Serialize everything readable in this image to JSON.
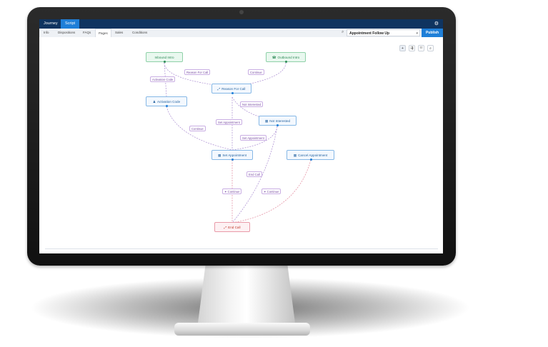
{
  "app": {
    "top_tabs": [
      "Journey",
      "Script"
    ],
    "sub_tabs": [
      "Info",
      "Dispositions",
      "FAQs",
      "Pages",
      "Sales",
      "Conditions"
    ],
    "active_sub_tab": "Pages",
    "script_select": "Appointment Follow Up",
    "publish_label": "Publish"
  },
  "toolbar": {
    "icons": [
      "plus-icon",
      "layout-icon",
      "collapse-icon",
      "search-icon"
    ],
    "plus": "+",
    "layout": "⇶",
    "collapse": "⤧",
    "search": "⌕"
  },
  "nodes": {
    "inbound_intro": "Inbound Intro",
    "outbound_intro": "Outbound Intro",
    "reason_for_call": "Reason For Call",
    "activation_code": "Activation Code",
    "not_interested": "Not Interested",
    "set_appointment": "Set Appointment",
    "cancel_appointment": "Cancel Appointment",
    "end_call": "End Call"
  },
  "edge_labels": {
    "reason_for_call": "Reason For Call",
    "continue_1": "Continue",
    "activation_code": "Activation Code",
    "not_interested": "Not Interested",
    "set_appointment_1": "Set Appointment",
    "continue_2": "Continue",
    "set_appointment_2": "Set Appointment",
    "end_call": "End Call",
    "continue_3": "✦ Continue",
    "continue_4": "✦ Continue"
  },
  "colors": {
    "nav": "#0f3460",
    "accent": "#1f7fd8",
    "start_node": "#2e8b57",
    "end_node": "#c0392b",
    "edge_label": "#7a4fa3"
  }
}
